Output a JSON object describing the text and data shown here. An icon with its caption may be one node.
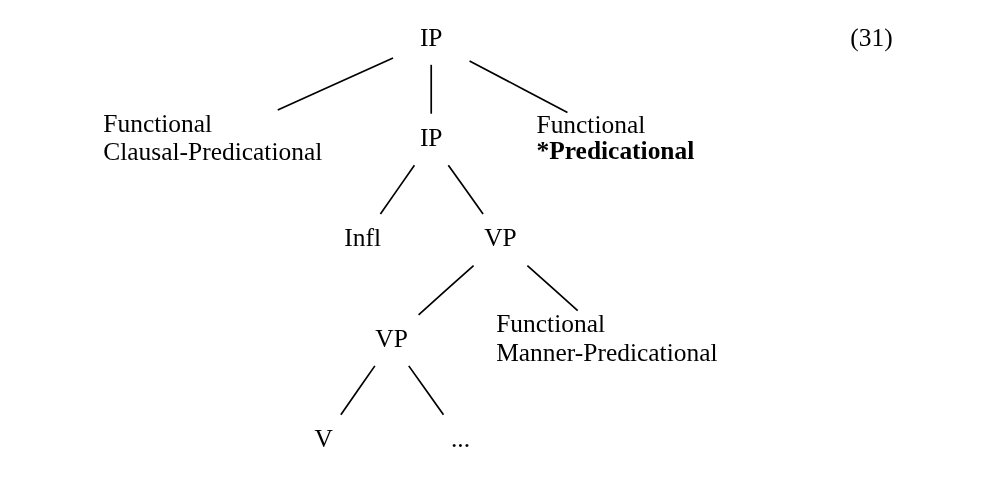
{
  "diagram": {
    "nodes": [
      {
        "text": [
          "IP"
        ]
      },
      {
        "text": [
          "Functional",
          "Clausal-Predicational"
        ]
      },
      {
        "text": [
          "IP"
        ]
      },
      {
        "text": [
          "Functional",
          "*Predicational"
        ]
      },
      {
        "text": [
          "Infl"
        ]
      },
      {
        "text": [
          "VP"
        ]
      },
      {
        "text": [
          "VP"
        ]
      },
      {
        "text": [
          "Functional",
          "Manner-Predicational"
        ]
      },
      {
        "text": [
          "V"
        ]
      },
      {
        "text": [
          "..."
        ]
      }
    ],
    "edges": [
      {
        "from": 0,
        "to": 1,
        "arrow": "none"
      },
      {
        "from": 0,
        "to": 2,
        "arrow": "none"
      },
      {
        "from": 0,
        "to": 3,
        "arrow": "none"
      },
      {
        "from": 2,
        "to": 4,
        "arrow": "none"
      },
      {
        "from": 2,
        "to": 5,
        "arrow": "none"
      },
      {
        "from": 5,
        "to": 6,
        "arrow": "none"
      },
      {
        "from": 5,
        "to": 7,
        "arrow": "none"
      },
      {
        "from": 6,
        "to": 8,
        "arrow": "none"
      },
      {
        "from": 6,
        "to": 9,
        "arrow": "none"
      }
    ],
    "labels": [
      "(31)"
    ]
  }
}
